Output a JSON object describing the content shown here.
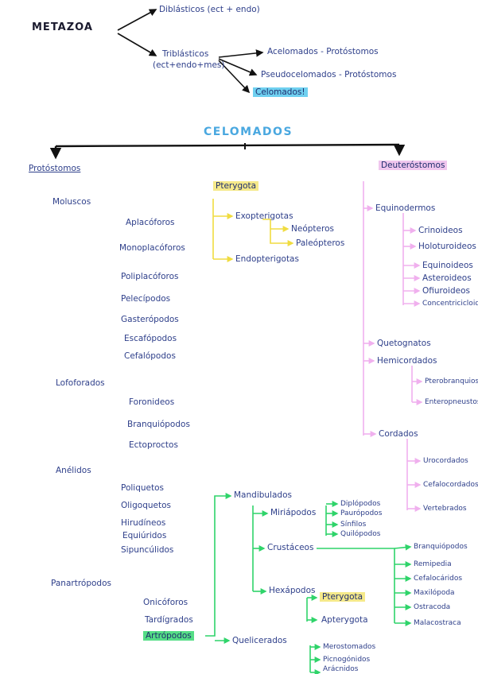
{
  "top": {
    "metazoa": "METAZOA",
    "diblasticos": "Diblásticos (ect + endo)",
    "triblasticos_1": "Triblásticos",
    "triblasticos_2": "(ect+endo+mes)",
    "acelomados": "Acelomados - Protóstomos",
    "pseudocelomados": "Pseudocelomados - Protóstomos",
    "celomados": "Celomados!"
  },
  "celomados_title": "CELOMADOS",
  "protostomos": {
    "header": "Protóstomos",
    "moluscos": {
      "label": "Moluscos",
      "items": [
        "Aplacóforos",
        "Monoplacóforos",
        "Poliplacóforos",
        "Pelecípodos",
        "Gasterópodos",
        "Escafópodos",
        "Cefalópodos"
      ]
    },
    "lofoforados": {
      "label": "Lofoforados",
      "items": [
        "Foronideos",
        "Branquiópodos",
        "Ectoproctos"
      ]
    },
    "anelidos": {
      "label": "Anélidos",
      "items": [
        "Poliquetos",
        "Oligoquetos",
        "Hirudíneos",
        "Equiúridos",
        "Sipuncúlidos"
      ]
    },
    "panartropodos": {
      "label": "Panartrópodos",
      "items": [
        "Onicóforos",
        "Tardígrados"
      ],
      "artropodos": "Artrópodos"
    }
  },
  "pterygota_block": {
    "header": "Pterygota",
    "exopterygota": "Exopterigotas",
    "neoptera": "Neópteros",
    "paleoptera": "Paleópteros",
    "endopterygota": "Endopterigotas"
  },
  "deuterostomos": {
    "header": "Deuteróstomos",
    "equinodermos": "Equinodermos",
    "equino_items": [
      "Crinoideos",
      "Holoturoideos",
      "Equinoideos",
      "Asteroideos",
      "Ofiuroideos",
      "Concentricicloideos"
    ],
    "quetognatos": "Quetognatos",
    "hemicordados": "Hemicordados",
    "hemi_items": [
      "Pterobranquios",
      "Enteropneustos"
    ],
    "cordados": "Cordados",
    "cordados_items": [
      "Urocordados",
      "Cefalocordados",
      "Vertebrados"
    ]
  },
  "artropodos_tree": {
    "mandibulados": "Mandibulados",
    "miriapodos": "Miriápodos",
    "miria_items": [
      "Diplópodos",
      "Paurópodos",
      "Sínfilos",
      "Quilópodos"
    ],
    "crustaceos": "Crustáceos",
    "crust_items": [
      "Branquiópodos",
      "Remipedia",
      "Cefalocáridos",
      "Maxilópoda",
      "Ostracoda",
      "Malacostraca"
    ],
    "hexapodos": "Hexápodos",
    "pterygota": "Pterygota",
    "apterygota": "Apterygota",
    "quelicerados": "Quelicerados",
    "queli_items": [
      "Merostomados",
      "Picnogónidos",
      "Arácnidos"
    ]
  },
  "colors": {
    "ink": "#2e3f8a",
    "yellow_branch": "#f0dc40",
    "pink_branch": "#f0b0ee",
    "green_branch": "#2fd46a",
    "title_blue": "#4aa8e0"
  }
}
